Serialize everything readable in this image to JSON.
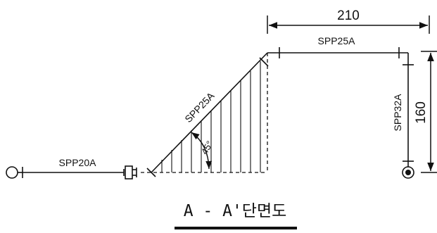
{
  "dimensions": {
    "horizontal": "210",
    "vertical": "160"
  },
  "pipes": {
    "inlet": "SPP20A",
    "diagonal": "SPP25A",
    "top": "SPP25A",
    "riser": "SPP32A"
  },
  "angle_label": "45°",
  "section_title": "A - A'단면도",
  "colors": {
    "line": "#111111",
    "background": "#ffffff"
  }
}
